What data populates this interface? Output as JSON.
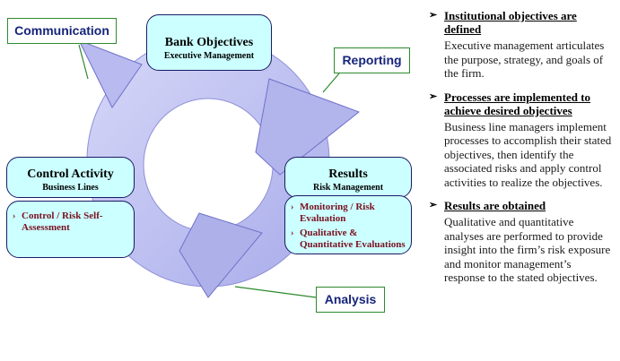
{
  "diagram": {
    "boxes": {
      "bank_objectives": {
        "title": "Bank Objectives",
        "subtitle": "Executive Management"
      },
      "control_activity": {
        "title": "Control Activity",
        "subtitle": "Business Lines",
        "items": [
          "Control / Risk Self-Assessment"
        ]
      },
      "results": {
        "title": "Results",
        "subtitle": "Risk Management",
        "items": [
          "Monitoring / Risk Evaluation",
          "Qualitative & Quantitative Evaluations"
        ]
      }
    },
    "tags": {
      "communication": "Communication",
      "reporting": "Reporting",
      "analysis": "Analysis"
    },
    "colors": {
      "ring": "#b7b9ee",
      "box_fill": "#ccffff",
      "box_border": "#1a1a66",
      "tag_text": "#16247a",
      "tag_border": "#2d8a2d",
      "item_text": "#7a1020"
    }
  },
  "panel": {
    "sections": [
      {
        "heading": "Institutional objectives are defined",
        "body": "Executive management articulates the purpose, strategy, and goals of the firm."
      },
      {
        "heading": "Processes are implemented to achieve desired objectives",
        "body": "Business line managers implement processes to accomplish their stated objectives, then identify the associated risks and apply control activities to realize the objectives."
      },
      {
        "heading": "Results are obtained",
        "body": "Qualitative and quantitative analyses are performed to provide insight into the firm’s risk exposure and monitor management’s response to the stated objectives."
      }
    ]
  }
}
